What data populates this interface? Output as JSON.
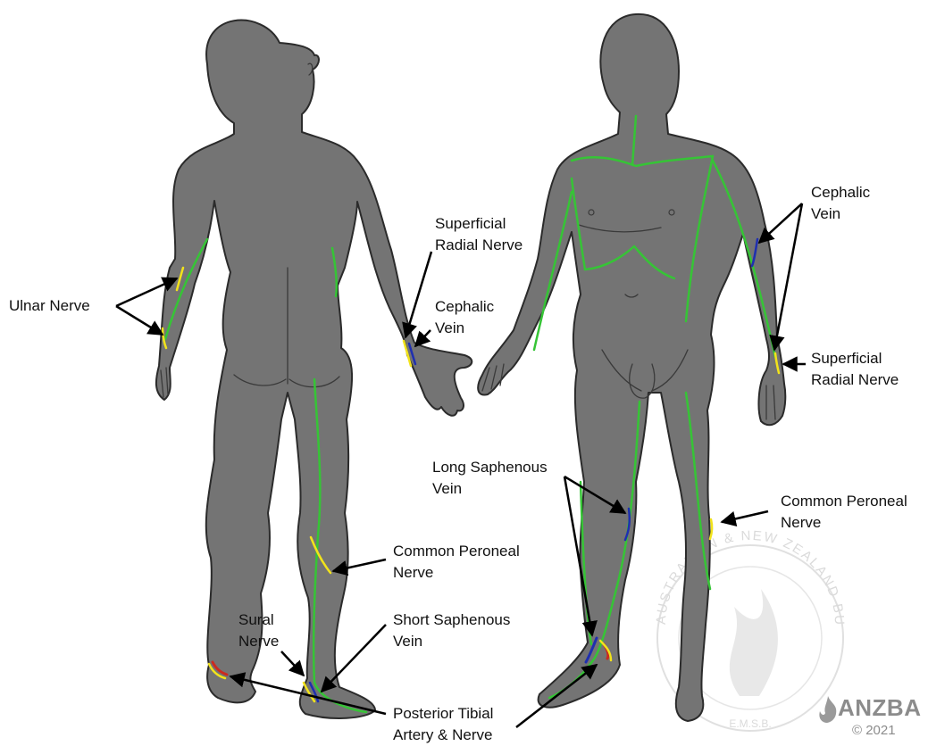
{
  "colors": {
    "body": "#747474",
    "outline": "#2b2b2b",
    "superficial_vein": "#36c436",
    "nerve": "#f2e31b",
    "deep_vein": "#1f2fb0",
    "artery": "#cc2a1f",
    "arrow": "#000000",
    "watermark": "#b8b8b8"
  },
  "labels": {
    "ulnar_nerve": "Ulnar Nerve",
    "superficial_radial_nerve_back": "Superficial\nRadial Nerve",
    "cephalic_vein_back": "Cephalic\nVein",
    "common_peroneal_nerve_back": "Common Peroneal\nNerve",
    "sural_nerve": "Sural\nNerve",
    "short_saphenous_vein": "Short Saphenous\nVein",
    "posterior_tibial": "Posterior Tibial\nArtery & Nerve",
    "cephalic_vein_front": "Cephalic\nVein",
    "superficial_radial_nerve_front": "Superficial\nRadial Nerve",
    "long_saphenous_vein": "Long Saphenous\nVein",
    "common_peroneal_nerve_front": "Common Peroneal\nNerve"
  },
  "watermark": {
    "ring_text": "AUSTRALIAN & NEW ZEALAND BURN ASSOCIATION",
    "bottom_text": "E.M.S.B."
  },
  "logo": {
    "name": "ANZBA",
    "copyright": "© 2021"
  }
}
